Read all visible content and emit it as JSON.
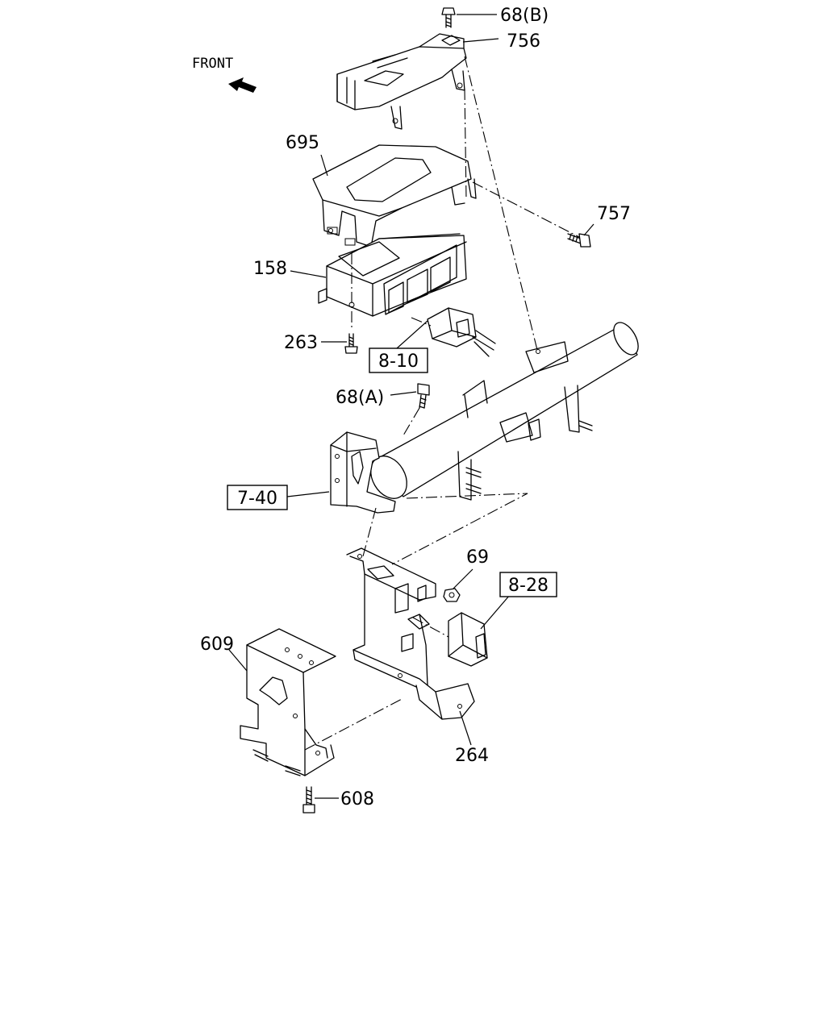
{
  "diagram": {
    "front_label": "FRONT",
    "callouts": {
      "c68b": "68(B)",
      "c756": "756",
      "c695": "695",
      "c757": "757",
      "c158": "158",
      "c263": "263",
      "c68a": "68(A)",
      "c69": "69",
      "c609": "609",
      "c264": "264",
      "c608": "608"
    },
    "references": {
      "r810": "8-10",
      "r740": "7-40",
      "r828": "8-28"
    },
    "colors": {
      "line": "#000000",
      "background": "#ffffff"
    }
  }
}
